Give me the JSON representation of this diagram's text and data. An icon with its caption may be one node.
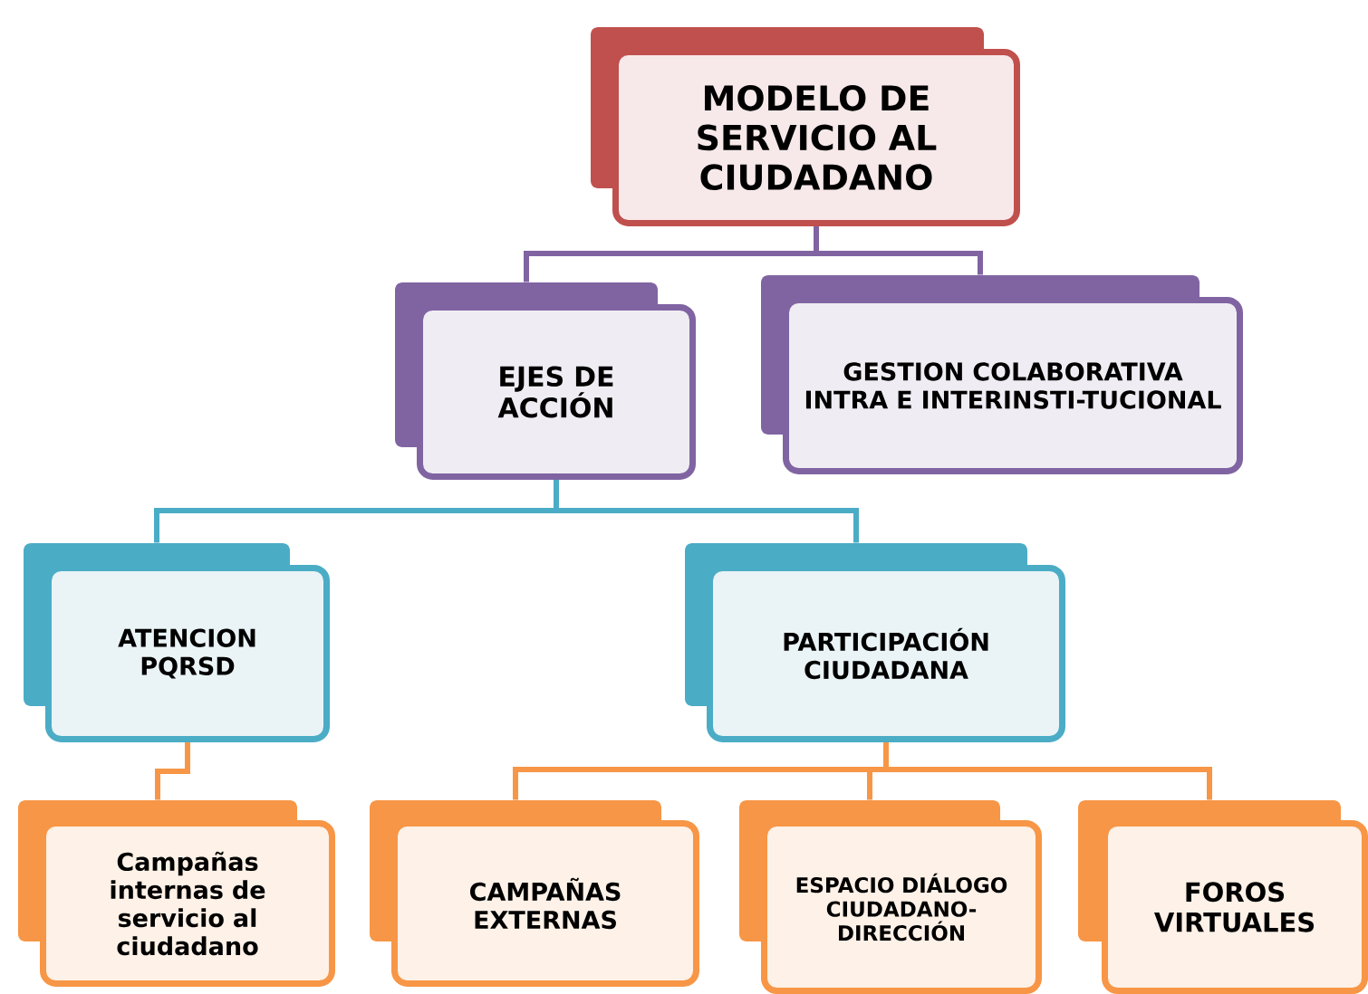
{
  "diagram": {
    "nodes": [
      {
        "text": [
          "MODELO DE SERVICIO AL CIUDADANO"
        ]
      },
      {
        "text": [
          "EJES DE ACCIÓN"
        ]
      },
      {
        "text": [
          "GESTION COLABORATIVA INTRA E INTERINSTI-TUCIONAL"
        ]
      },
      {
        "text": [
          "ATENCION PQRSD"
        ]
      },
      {
        "text": [
          "PARTICIPACIÓN CIUDADANA"
        ]
      },
      {
        "text": [
          "Campañas internas de servicio al ciudadano"
        ]
      },
      {
        "text": [
          "CAMPAÑAS EXTERNAS"
        ]
      },
      {
        "text": [
          "ESPACIO DIÁLOGO CIUDADANO-DIRECCIÓN"
        ]
      },
      {
        "text": [
          "FOROS VIRTUALES"
        ]
      }
    ],
    "edges": [
      {
        "from": 0,
        "to": 1,
        "arrow": "none",
        "color": "#8064a2"
      },
      {
        "from": 0,
        "to": 2,
        "arrow": "none",
        "color": "#8064a2"
      },
      {
        "from": 1,
        "to": 3,
        "arrow": "none",
        "color": "#4bacc6"
      },
      {
        "from": 1,
        "to": 4,
        "arrow": "none",
        "color": "#4bacc6"
      },
      {
        "from": 3,
        "to": 5,
        "arrow": "none"
      },
      {
        "from": 4,
        "to": 6,
        "arrow": "none"
      },
      {
        "from": 4,
        "to": 7,
        "arrow": "none"
      },
      {
        "from": 4,
        "to": 8,
        "arrow": "none"
      }
    ]
  }
}
